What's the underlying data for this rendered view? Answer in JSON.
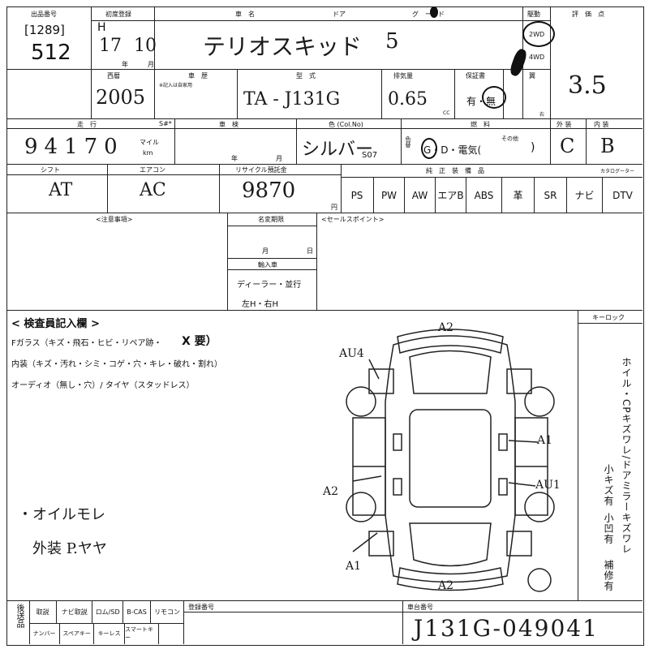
{
  "header": {
    "lot_no_label": "出品番号",
    "lot_ref": "[1289]",
    "lot_no": "512",
    "first_reg_label": "初度登録",
    "first_reg_era": "H",
    "first_reg_year": "17",
    "first_reg_month": "10",
    "year_label": "年",
    "month_label": "月",
    "car_name_label": "車　名",
    "door_label": "ドア",
    "grade_label": "グ　ー　ド",
    "car_name": "テリオスキッド",
    "doors": "5",
    "drive_label": "駆動",
    "drive_2wd": "2WD",
    "drive_4wd": "4WD",
    "score_label": "評　価　点",
    "score": "3.5"
  },
  "row2": {
    "western_year_label": "西暦",
    "history_label": "車　歴",
    "import_note": "※記入は自家用",
    "western_year": "2005",
    "model_label": "型　式",
    "model": "TA - J131G",
    "displacement_label": "排気量",
    "displacement": "0.65",
    "cc_label": "CC",
    "warranty_label": "保証書",
    "warranty": "有・無",
    "kiss_label": "翼",
    "right_mark": "右"
  },
  "row3": {
    "mileage_label": "走　行",
    "mileage": "94170",
    "mile_label": "マイル",
    "km_label": "km",
    "ss_label": "S#*",
    "inspection_label": "車　検",
    "year_label": "年",
    "month_label": "月",
    "color_label": "色 (Col.No)",
    "color": "シルバー",
    "color_no": "S07",
    "color_side_label": "色替",
    "fuel_label": "燃　料",
    "fuel_options": "G・D・電気(",
    "fuel_other": "その他",
    "fuel_close": ")",
    "exterior_label": "外 装",
    "exterior": "C",
    "interior_label": "内 装",
    "interior": "B"
  },
  "row4": {
    "shift_label": "シフト",
    "shift": "AT",
    "ac_label": "エアコン",
    "ac": "AC",
    "recycle_label": "リサイクル預託金",
    "recycle_amount": "9870",
    "yen_label": "円",
    "equipment_label": "純　正　装　備　品",
    "catalog_label": "カタログーター",
    "equipment": [
      "PS",
      "PW",
      "AW",
      "エアB",
      "ABS",
      "革",
      "SR",
      "ナビ",
      "DTV"
    ]
  },
  "notes": {
    "caution_label": "<注意事項>",
    "title_label": "名変期限",
    "month_label": "月",
    "day_label": "日",
    "import_label": "輸入車",
    "dealer_option": "ディーラー・並行",
    "handle_option": "左H・右H",
    "sales_point_label": "<セールスポイント>"
  },
  "inspector": {
    "title": "< 検査員記入欄 >",
    "windshield": "Fガラス（キズ・飛石・ヒビ・リペア跡・",
    "windshield_mark": "X 要）",
    "interior": "内装（キズ・汚れ・シミ・コゲ・穴・キレ・破れ・割れ）",
    "audio": "オーディオ（無し・穴）/ タイヤ（スタッドレス）",
    "note1": "・オイルモレ",
    "note2": "外装 P.ヤヤ"
  },
  "diagram": {
    "labels": [
      "A2",
      "AU4",
      "A1",
      "A2",
      "AU1",
      "A1",
      "A2"
    ]
  },
  "right_panel": {
    "keylock_label": "キーロック",
    "vertical_note_1": "ホイル・CPキズワレ/ドアミラーキズワレ",
    "vertical_note_2": "小キズ有",
    "vertical_note_3": "小凹有",
    "vertical_note_4": "補修有"
  },
  "footer": {
    "accessory_label": "後送品",
    "items_row1": [
      "取説",
      "ナビ取説",
      "ロム/SD",
      "B-CAS",
      "リモコン"
    ],
    "items_row2": [
      "ナンバー",
      "スペアキー",
      "キーレス",
      "スマートキー"
    ],
    "reg_no_label": "登録番号",
    "chassis_label": "車台番号",
    "chassis_no": "J131G-049041"
  }
}
